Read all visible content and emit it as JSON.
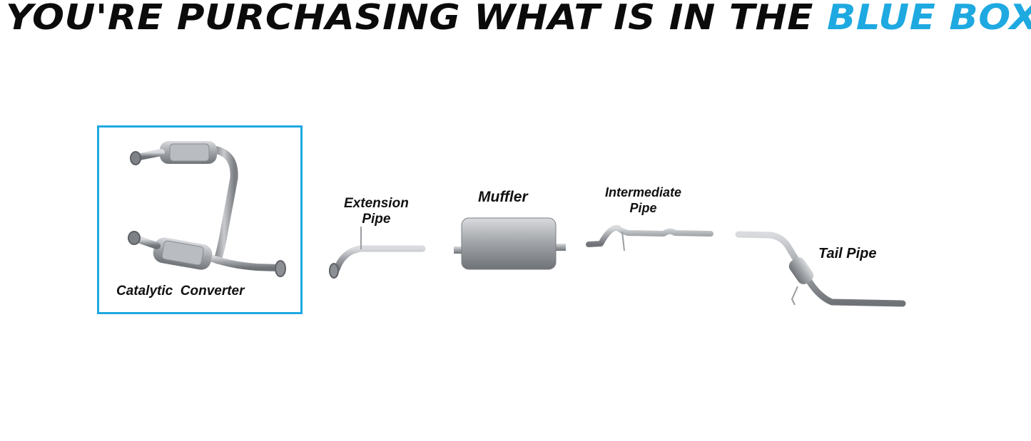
{
  "colors": {
    "accent": "#1ea9e1",
    "text": "#0b0b0b",
    "metal": "#a9acb0"
  },
  "headline": {
    "prefix": "YOU'RE PURCHASING WHAT IS IN THE ",
    "highlight": "BLUE BOX"
  },
  "parts": {
    "catalytic_converter": {
      "label": "Catalytic  Converter",
      "icon": "catalytic-converter-icon"
    },
    "extension_pipe": {
      "line1": "Extension",
      "line2": "Pipe",
      "icon": "extension-pipe-icon"
    },
    "muffler": {
      "label": "Muffler",
      "icon": "muffler-icon"
    },
    "intermediate_pipe": {
      "line1": "Intermediate",
      "line2": "Pipe",
      "icon": "intermediate-pipe-icon"
    },
    "tail_pipe": {
      "label": "Tail Pipe",
      "icon": "tail-pipe-icon"
    }
  }
}
